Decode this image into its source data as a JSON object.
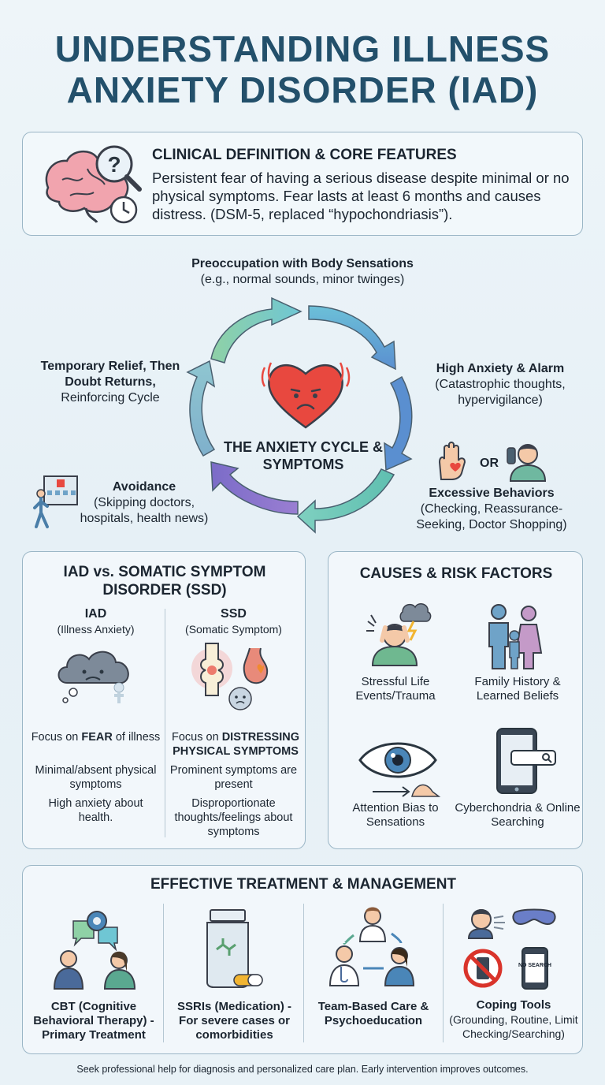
{
  "title": {
    "line1": "UNDERSTANDING ILLNESS",
    "line2": "ANXIETY DISORDER (IAD)"
  },
  "definition": {
    "heading": "CLINICAL DEFINITION & CORE FEATURES",
    "text": "Persistent fear of having a serious disease despite minimal or no physical symptoms. Fear lasts at least 6 months and causes distress. (DSM-5, replaced “hypochondriasis”)."
  },
  "cycle": {
    "center": "THE ANXIETY CYCLE & SYMPTOMS",
    "top": {
      "bold": "Preoccupation with Body Sensations",
      "rest": "(e.g., normal sounds, minor twinges)"
    },
    "right": {
      "bold": "High Anxiety & Alarm",
      "rest": "(Catastrophic thoughts, hypervigilance)"
    },
    "or_label": "OR",
    "bottom_right": {
      "bold": "Excessive Behaviors",
      "rest": "(Checking, Reassurance-Seeking, Doctor Shopping)"
    },
    "bottom_left": {
      "bold": "Avoidance",
      "rest": "(Skipping doctors, hospitals, health news)"
    },
    "left": {
      "bold": "Temporary Relief, Then Doubt Returns,",
      "rest": "Reinforcing Cycle"
    }
  },
  "comparison": {
    "heading": "IAD vs. SOMATIC SYMPTOM DISORDER (SSD)",
    "iad": {
      "name": "IAD",
      "sub": "(Illness Anxiety)",
      "p1_pre": "Focus on ",
      "p1_bold": "FEAR",
      "p1_post": " of illness",
      "p2": "Minimal/absent physical symptoms",
      "p3": "High anxiety about health."
    },
    "ssd": {
      "name": "SSD",
      "sub": "(Somatic Symptom)",
      "p1_pre": "Focus on ",
      "p1_bold": "DISTRESSING PHYSICAL SYMPTOMS",
      "p2": "Prominent symptoms are present",
      "p3": "Disproportionate thoughts/feelings about symptoms"
    }
  },
  "risk": {
    "heading": "CAUSES & RISK FACTORS",
    "items": [
      "Stressful Life Events/Trauma",
      "Family History & Learned Beliefs",
      "Attention Bias to Sensations",
      "Cyberchondria & Online Searching"
    ]
  },
  "treatment": {
    "heading": "EFFECTIVE TREATMENT & MANAGEMENT",
    "items": [
      {
        "bold": "CBT (Cognitive Behavioral Therapy) - Primary Treatment",
        "rest": ""
      },
      {
        "bold": "SSRIs (Medication) - For severe cases or comorbidities",
        "rest": ""
      },
      {
        "bold": "Team-Based Care & Psychoeducation",
        "rest": ""
      },
      {
        "bold": "Coping Tools",
        "rest": "(Grounding, Routine, Limit Checking/Searching)"
      }
    ],
    "phone_text": "NO SEARCH"
  },
  "footer": "Seek professional help for diagnosis and personalized care plan. Early intervention improves outcomes.",
  "colors": {
    "title": "#23506b",
    "border": "#9bb6c6",
    "heart": "#e8483f"
  }
}
